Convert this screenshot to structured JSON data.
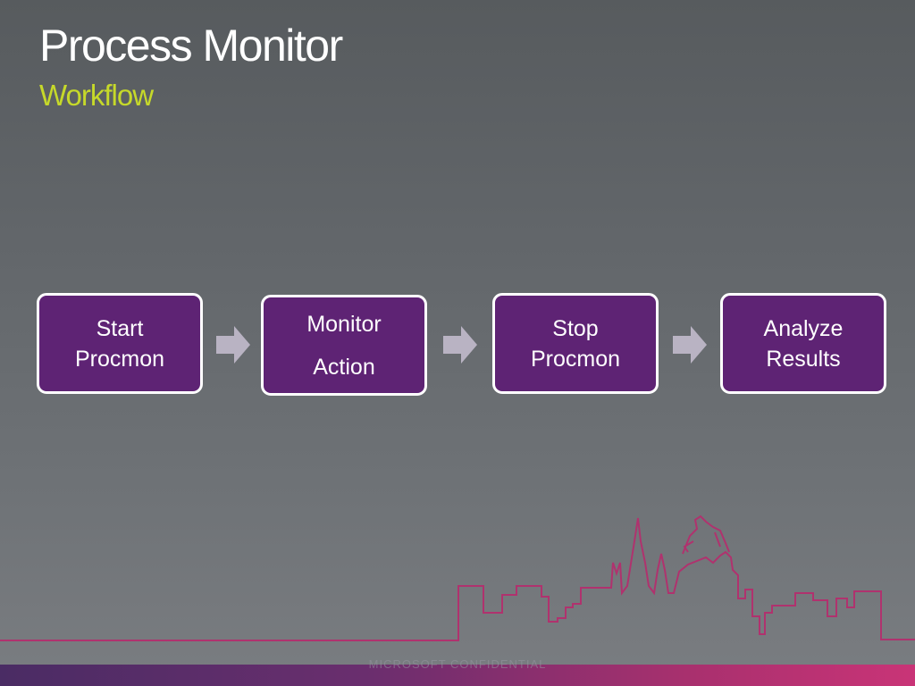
{
  "slide": {
    "title": "Process Monitor",
    "subtitle": "Workflow"
  },
  "workflow": {
    "steps": [
      {
        "line1": "Start",
        "line2": "Procmon"
      },
      {
        "line1": "Monitor",
        "line2": "Action"
      },
      {
        "line1": "Stop",
        "line2": "Procmon"
      },
      {
        "line1": "Analyze",
        "line2": "Results"
      }
    ],
    "connector_icon": "right-arrow-icon"
  },
  "footer": {
    "text": "MICROSOFT CONFIDENTIAL"
  },
  "colors": {
    "accent": "#c6d92a",
    "box_fill": "#5e2374",
    "arrow": "#b9b3c3",
    "skyline": "#b0326e"
  }
}
